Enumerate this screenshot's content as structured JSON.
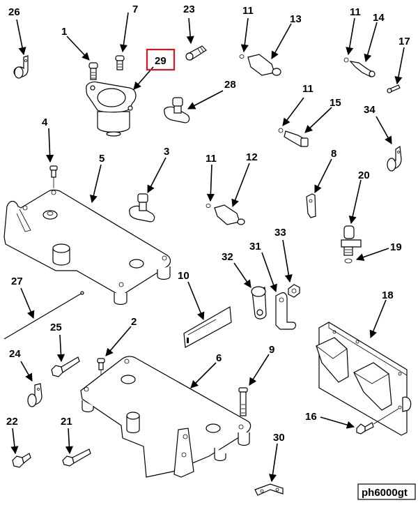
{
  "diagram": {
    "title": "Exploded parts diagram",
    "reference_code": "ph6000gt",
    "highlighted_callout": "29",
    "highlight_color": "#e0141e",
    "callouts": [
      {
        "id": "c26",
        "label": "26",
        "part": "clamp"
      },
      {
        "id": "c7",
        "label": "7",
        "part": "bolt"
      },
      {
        "id": "c23",
        "label": "23",
        "part": "connector"
      },
      {
        "id": "c11a",
        "label": "11",
        "part": "o-ring"
      },
      {
        "id": "c13",
        "label": "13",
        "part": "pressure-sensor"
      },
      {
        "id": "c11b",
        "label": "11",
        "part": "o-ring"
      },
      {
        "id": "c14",
        "label": "14",
        "part": "temperature-sensor"
      },
      {
        "id": "c17",
        "label": "17",
        "part": "pin"
      },
      {
        "id": "c1",
        "label": "1",
        "part": "bolt"
      },
      {
        "id": "c29",
        "label": "29",
        "part": "solenoid"
      },
      {
        "id": "c28",
        "label": "28",
        "part": "sensor"
      },
      {
        "id": "c11c",
        "label": "11",
        "part": "o-ring"
      },
      {
        "id": "c15",
        "label": "15",
        "part": "sensor"
      },
      {
        "id": "c34",
        "label": "34",
        "part": "clamp"
      },
      {
        "id": "c4",
        "label": "4",
        "part": "bolt"
      },
      {
        "id": "c5",
        "label": "5",
        "part": "mounting-plate"
      },
      {
        "id": "c3",
        "label": "3",
        "part": "sensor"
      },
      {
        "id": "c11d",
        "label": "11",
        "part": "o-ring"
      },
      {
        "id": "c12",
        "label": "12",
        "part": "pressure-switch"
      },
      {
        "id": "c8",
        "label": "8",
        "part": "tab"
      },
      {
        "id": "c20",
        "label": "20",
        "part": "speed-sensor"
      },
      {
        "id": "c19",
        "label": "19",
        "part": "o-ring"
      },
      {
        "id": "c27",
        "label": "27",
        "part": "cable-tie"
      },
      {
        "id": "c32",
        "label": "32",
        "part": "clamp"
      },
      {
        "id": "c31",
        "label": "31",
        "part": "bracket"
      },
      {
        "id": "c33",
        "label": "33",
        "part": "nut"
      },
      {
        "id": "c10",
        "label": "10",
        "part": "decal"
      },
      {
        "id": "c18",
        "label": "18",
        "part": "control-module"
      },
      {
        "id": "c25",
        "label": "25",
        "part": "bolt"
      },
      {
        "id": "c2",
        "label": "2",
        "part": "bolt"
      },
      {
        "id": "c24",
        "label": "24",
        "part": "clamp"
      },
      {
        "id": "c6",
        "label": "6",
        "part": "mounting-plate"
      },
      {
        "id": "c9",
        "label": "9",
        "part": "bolt"
      },
      {
        "id": "c16",
        "label": "16",
        "part": "bolt"
      },
      {
        "id": "c22",
        "label": "22",
        "part": "bolt"
      },
      {
        "id": "c21",
        "label": "21",
        "part": "bolt"
      },
      {
        "id": "c30",
        "label": "30",
        "part": "bracket"
      }
    ]
  }
}
